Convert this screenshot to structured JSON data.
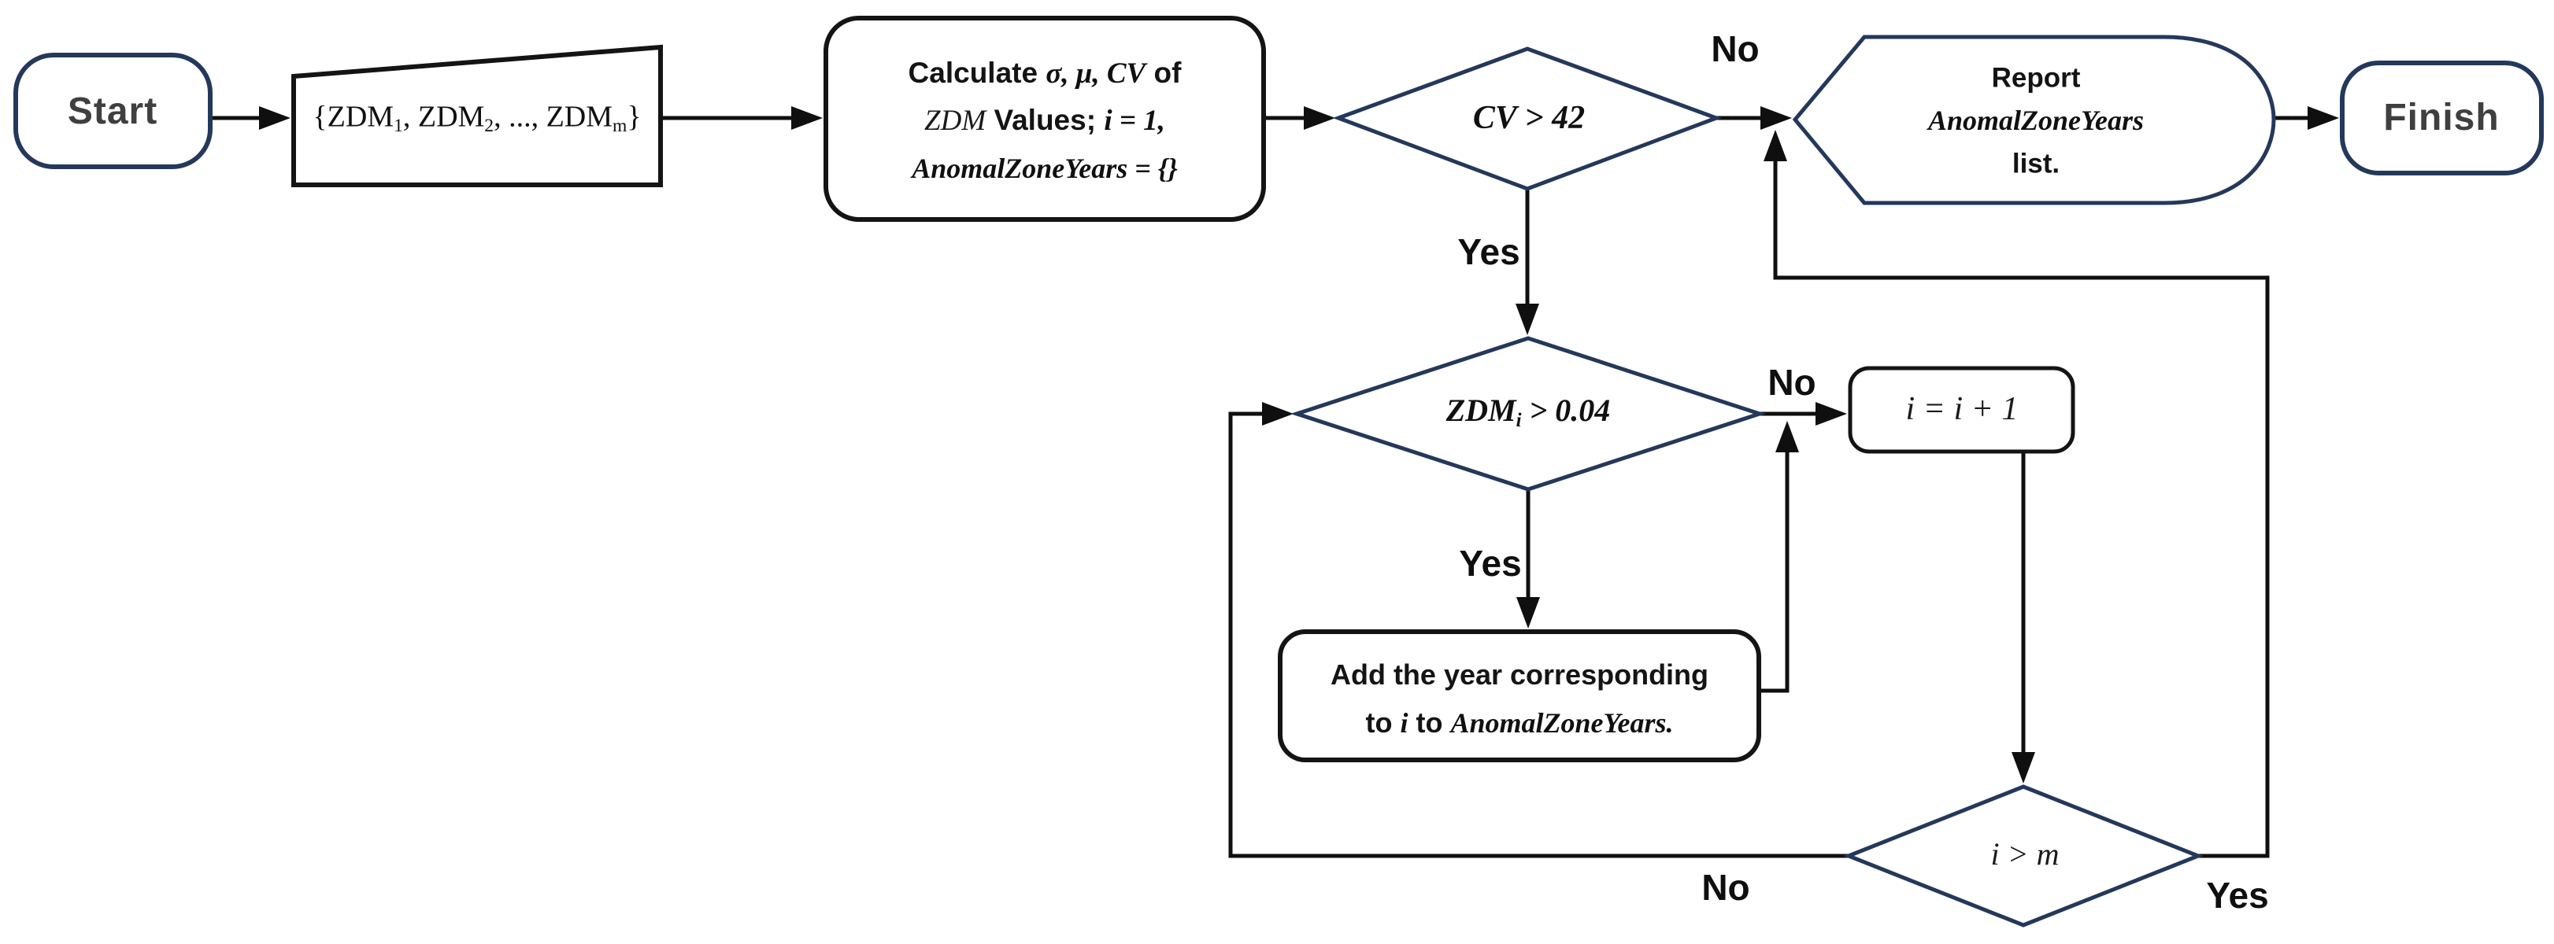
{
  "palette": {
    "node_border_navy": "#24385B",
    "node_border_black": "#141414",
    "connector_black": "#0f0f0f",
    "terminal_text_gray": "#3f3f3f",
    "fill_white": "#ffffff"
  },
  "nodes": {
    "start": {
      "label": "Start"
    },
    "input_set": {
      "runs": [
        {
          "t": "{ZDM"
        },
        {
          "t": "1"
        },
        {
          "t": ", ZDM"
        },
        {
          "t": "2"
        },
        {
          "t": ", ..., ZDM"
        },
        {
          "t": "m"
        },
        {
          "t": "}"
        }
      ]
    },
    "initialize": {
      "line1": [
        {
          "t": "Calculate "
        },
        {
          "t": "σ, μ, CV"
        },
        {
          "t": " of"
        }
      ],
      "line2": [
        {
          "t": "ZDM"
        },
        {
          "t": " Values; "
        },
        {
          "t": "i = 1,"
        }
      ],
      "line3": "AnomalZoneYears = {}"
    },
    "cv_decision": {
      "label": "CV > 42"
    },
    "zdm_decision": {
      "runs": [
        {
          "t": "ZDM"
        },
        {
          "t": "i"
        },
        {
          "t": " > 0.04"
        }
      ]
    },
    "increment": {
      "label": "i = i + 1"
    },
    "add_year": {
      "line1": "Add the year corresponding",
      "line2": [
        {
          "t": "to "
        },
        {
          "t": "i"
        },
        {
          "t": " to "
        },
        {
          "t": "AnomalZoneYears."
        }
      ]
    },
    "im_decision": {
      "label": "i > m"
    },
    "report": {
      "line1": "Report",
      "line2": "AnomalZoneYears",
      "line3": "list."
    },
    "finish": {
      "label": "Finish"
    }
  },
  "edge_labels": {
    "cv_no": "No",
    "cv_yes": "Yes",
    "zdm_no": "No",
    "zdm_yes": "Yes",
    "im_no": "No",
    "im_yes": "Yes"
  }
}
